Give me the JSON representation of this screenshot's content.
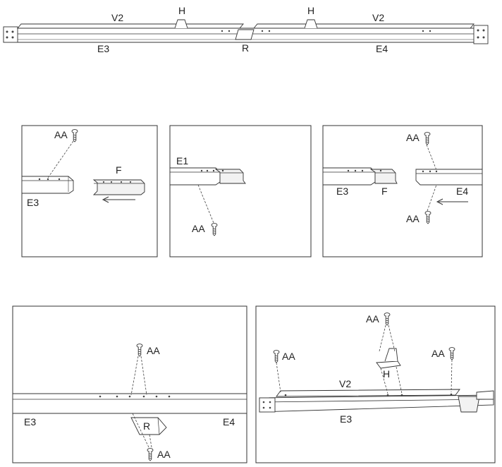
{
  "overview": {
    "label_v2_left": "V2",
    "label_h_left": "H",
    "label_h_right": "H",
    "label_v2_right": "V2",
    "label_e3": "E3",
    "label_r": "R",
    "label_e4": "E4"
  },
  "step1": {
    "label_aa": "AA",
    "label_f": "F",
    "label_e3": "E3"
  },
  "step2": {
    "label_e1": "E1",
    "label_aa": "AA"
  },
  "step3": {
    "label_aa_top": "AA",
    "label_e3": "E3",
    "label_f": "F",
    "label_e4": "E4",
    "label_aa_bottom": "AA"
  },
  "step4": {
    "label_aa_top": "AA",
    "label_e3": "E3",
    "label_r": "R",
    "label_e4": "E4",
    "label_aa_bottom": "AA"
  },
  "step5": {
    "label_aa_center": "AA",
    "label_h": "H",
    "label_aa_left": "AA",
    "label_aa_right": "AA",
    "label_v2": "V2",
    "label_e3": "E3"
  }
}
